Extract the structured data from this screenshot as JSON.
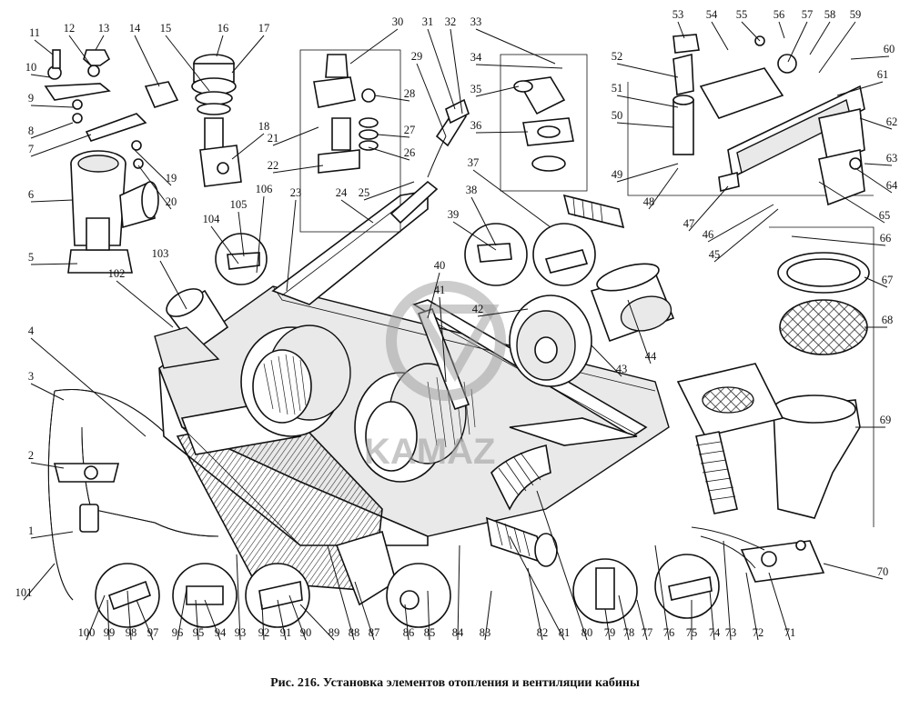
{
  "figure": {
    "caption": "Рис. 216. Установка элементов отопления и вентиляции кабины"
  },
  "watermark": {
    "text": "KAMAZ"
  },
  "part_labels": [
    "1",
    "2",
    "3",
    "4",
    "5",
    "6",
    "7",
    "8",
    "9",
    "10",
    "11",
    "12",
    "13",
    "14",
    "15",
    "16",
    "17",
    "18",
    "19",
    "20",
    "21",
    "22",
    "23",
    "24",
    "25",
    "26",
    "27",
    "28",
    "29",
    "30",
    "31",
    "32",
    "33",
    "34",
    "35",
    "36",
    "37",
    "38",
    "39",
    "40",
    "41",
    "42",
    "43",
    "44",
    "45",
    "46",
    "47",
    "48",
    "49",
    "50",
    "51",
    "52",
    "53",
    "54",
    "55",
    "56",
    "57",
    "58",
    "59",
    "60",
    "61",
    "62",
    "63",
    "64",
    "65",
    "66",
    "67",
    "68",
    "69",
    "70",
    "71",
    "72",
    "73",
    "74",
    "75",
    "76",
    "77",
    "78",
    "79",
    "80",
    "81",
    "82",
    "83",
    "84",
    "85",
    "86",
    "87",
    "88",
    "89",
    "90",
    "91",
    "92",
    "93",
    "94",
    "95",
    "96",
    "97",
    "98",
    "99",
    "100",
    "101",
    "102",
    "103",
    "104",
    "105",
    "106"
  ]
}
